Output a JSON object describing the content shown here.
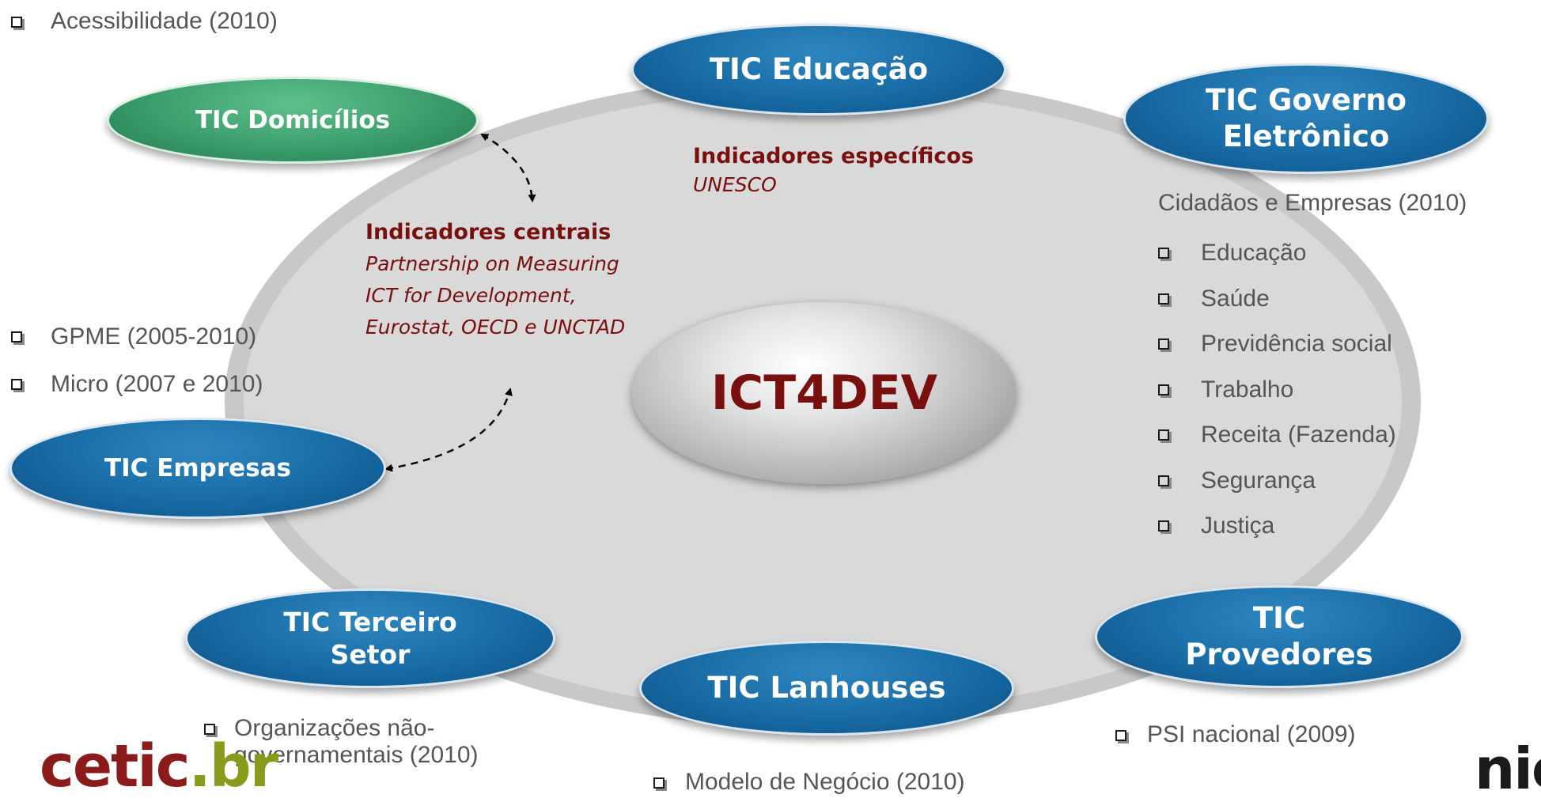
{
  "center": {
    "label": "ICT4DEV"
  },
  "nodes": {
    "domicilios": "TIC Domicílios",
    "educacao": "TIC Educação",
    "governo": "TIC Governo Eletrônico",
    "empresas": "TIC Empresas",
    "terceiro_setor": "TIC Terceiro Setor",
    "lanhouses": "TIC Lanhouses",
    "provedores": "TIC Provedores"
  },
  "indicators": {
    "especificos": {
      "title": "Indicadores específicos",
      "source": "UNESCO"
    },
    "centrais": {
      "title": "Indicadores centrais",
      "source": "Partnership on Measuring ICT for Development, Eurostat, OECD e UNCTAD"
    }
  },
  "lists": {
    "domicilios": [
      "Acessibilidade (2010)"
    ],
    "empresas": [
      "GPME (2005-2010)",
      "Micro (2007 e 2010)"
    ],
    "governo_heading": "Cidadãos e Empresas (2010)",
    "governo": [
      "Educação",
      "Saúde",
      "Previdência social",
      "Trabalho",
      "Receita (Fazenda)",
      "Segurança",
      "Justiça"
    ],
    "terceiro_setor": [
      "Organizações não-governamentais (2010)"
    ],
    "lanhouses": [
      "Modelo de Negócio (2010)"
    ],
    "provedores": [
      "PSI nacional (2009)"
    ]
  },
  "logos": {
    "cetic_a": "cetic",
    "cetic_b": ".br",
    "nic": "nic."
  },
  "colors": {
    "node_blue": "#1a6ea8",
    "node_green": "#3a9d6b",
    "accent_red": "#7a0f0f",
    "ring_gray": "#c8c8c8"
  }
}
